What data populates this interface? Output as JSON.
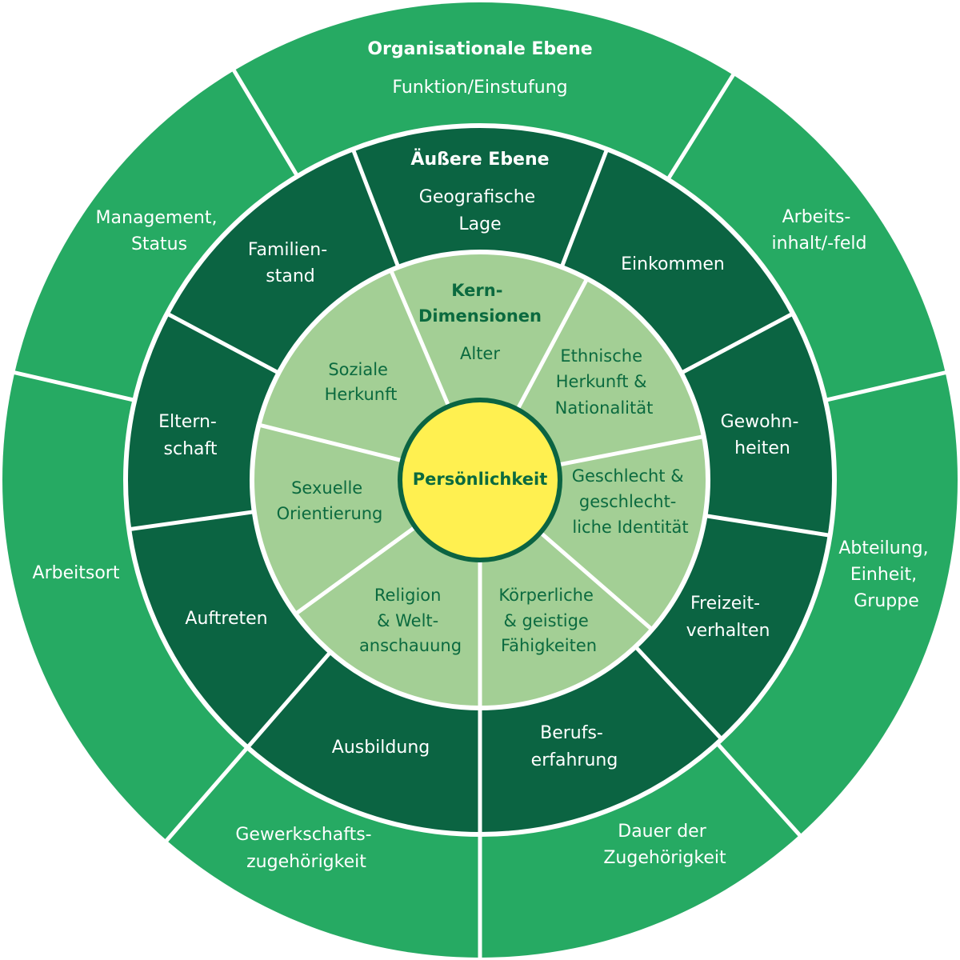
{
  "colors": {
    "outer_ring": "#26aa63",
    "middle_ring": "#0b6442",
    "inner_ring": "#a3cf95",
    "center": "#fff050",
    "center_stroke": "#0b6442",
    "inner_text": "#0b6a3f",
    "ring_text": "#ffffff"
  },
  "center": {
    "label": "Persönlichkeit"
  },
  "inner": {
    "heading": [
      "Kern-",
      "Dimensionen"
    ],
    "items": [
      {
        "id": "alter",
        "lines": [
          "Alter"
        ]
      },
      {
        "id": "ethnische-herkunft",
        "lines": [
          "Ethnische",
          "Herkunft &",
          "Nationalität"
        ]
      },
      {
        "id": "geschlecht",
        "lines": [
          "Geschlecht &",
          "geschlecht-",
          "liche Identität"
        ]
      },
      {
        "id": "koerperliche-faehigkeiten",
        "lines": [
          "Körperliche",
          "& geistige",
          "Fähigkeiten"
        ]
      },
      {
        "id": "religion",
        "lines": [
          "Religion",
          "& Welt-",
          "anschauung"
        ]
      },
      {
        "id": "sexuelle-orientierung",
        "lines": [
          "Sexuelle",
          "Orientierung"
        ]
      },
      {
        "id": "soziale-herkunft",
        "lines": [
          "Soziale",
          "Herkunft"
        ]
      }
    ]
  },
  "middle": {
    "heading": "Äußere Ebene",
    "items": [
      {
        "id": "geografische-lage",
        "lines": [
          "Geografische",
          "Lage"
        ]
      },
      {
        "id": "einkommen",
        "lines": [
          "Einkommen"
        ]
      },
      {
        "id": "gewohnheiten",
        "lines": [
          "Gewohn-",
          "heiten"
        ]
      },
      {
        "id": "freizeitverhalten",
        "lines": [
          "Freizeit-",
          "verhalten"
        ]
      },
      {
        "id": "berufserfahrung",
        "lines": [
          "Berufs-",
          "erfahrung"
        ]
      },
      {
        "id": "ausbildung",
        "lines": [
          "Ausbildung"
        ]
      },
      {
        "id": "auftreten",
        "lines": [
          "Auftreten"
        ]
      },
      {
        "id": "elternschaft",
        "lines": [
          "Eltern-",
          "schaft"
        ]
      },
      {
        "id": "familienstand",
        "lines": [
          "Familien-",
          "stand"
        ]
      }
    ]
  },
  "outer": {
    "heading": "Organisationale Ebene",
    "items": [
      {
        "id": "funktion-einstufung",
        "lines": [
          "Funktion/Einstufung"
        ]
      },
      {
        "id": "arbeitsinhalt",
        "lines": [
          "Arbeits-",
          "inhalt/-feld"
        ]
      },
      {
        "id": "abteilung",
        "lines": [
          "Abteilung,",
          "Einheit,",
          "Gruppe"
        ]
      },
      {
        "id": "dauer-zugehoerigkeit",
        "lines": [
          "Dauer der",
          "Zugehörigkeit"
        ]
      },
      {
        "id": "gewerkschaftszugehoerigkeit",
        "lines": [
          "Gewerkschafts-",
          "zugehörigkeit"
        ]
      },
      {
        "id": "arbeitsort",
        "lines": [
          "Arbeitsort"
        ]
      },
      {
        "id": "management-status",
        "lines": [
          "Management,",
          "Status"
        ]
      }
    ]
  }
}
